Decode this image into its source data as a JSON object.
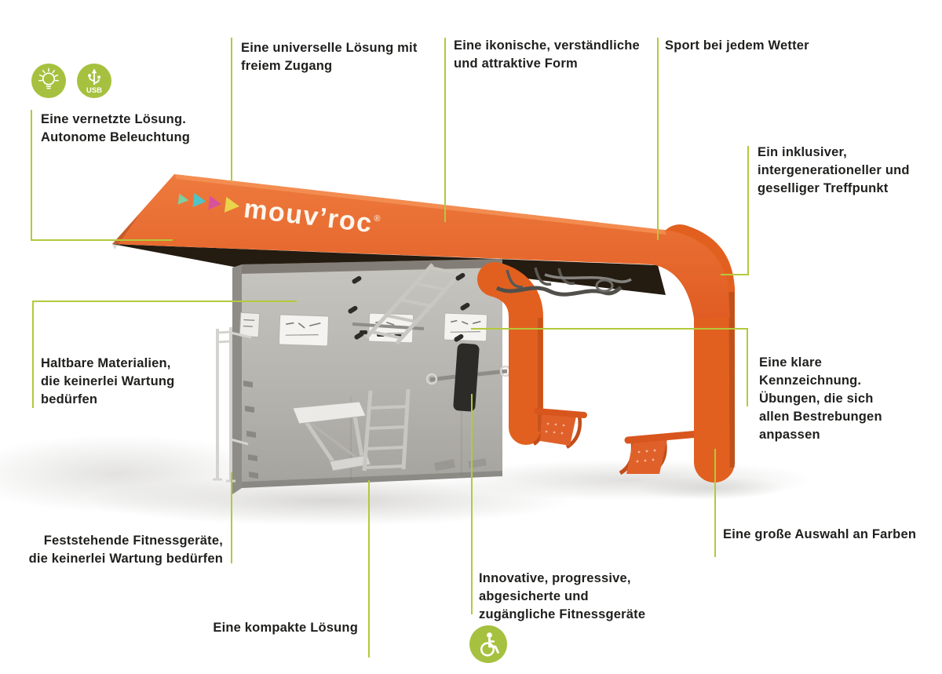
{
  "brand": {
    "logo_text": "mouv’roc",
    "registered_mark": "®",
    "triangle_colors": [
      "#7fce9f",
      "#4fc4c6",
      "#d6539b",
      "#e9d44b"
    ]
  },
  "colors": {
    "accent_green": "#b3c93c",
    "icon_green": "#a6c13f",
    "orange": "#e66427",
    "orange_dark": "#cf541e",
    "roof_underside": "#241b11",
    "wall_gray": "#b8b6b0",
    "text_dark": "#1f1f1d"
  },
  "icons": {
    "bulb": "light-bulb",
    "usb": "usb-plug",
    "usb_label": "USB",
    "wheelchair": "wheelchair-accessibility"
  },
  "labels": {
    "universal": "Eine universelle Lösung mit\nfreiem Zugang",
    "iconic": "Eine ikonische, verständliche\nund attraktive Form",
    "weather": "Sport bei jedem Wetter",
    "connected": "Eine vernetzte Lösung.\nAutonome Beleuchtung",
    "inclusive": "Ein inklusiver,\nintergenerationeller und\ngeselliger Treffpunkt",
    "materials": "Haltbare Materialien,\ndie keinerlei Wartung\nbedürfen",
    "marking": "Eine klare\nKennzeichnung.\nÜbungen, die sich\nallen Bestrebungen\nanpassen",
    "fixed": "Feststehende Fitnessgeräte,\ndie keinerlei Wartung bedürfen",
    "colors_range": "Eine große Auswahl an Farben",
    "innovative": "Innovative, progressive,\nabgesicherte und\nzugängliche Fitnessgeräte",
    "compact": "Eine kompakte Lösung"
  }
}
